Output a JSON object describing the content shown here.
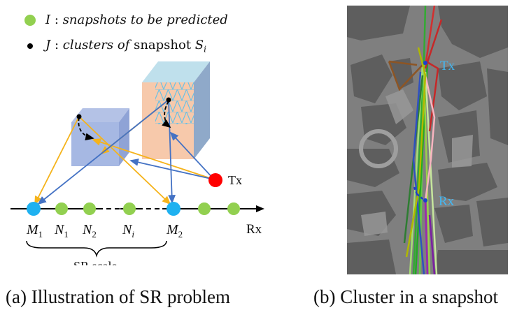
{
  "legend": {
    "item1": {
      "sym": "I",
      "sep": " : ",
      "text": "snapshots to be predicted",
      "dot_color": "#92d050"
    },
    "item2": {
      "sym": "J",
      "sep": " : ",
      "text_italic": "clusters of",
      "text": " snapshot ",
      "sym2": "S",
      "sub": "i",
      "dot_color": "#000000"
    }
  },
  "left": {
    "tx_label": "Tx",
    "rx_label": "Rx",
    "nodes": [
      {
        "base": "M",
        "sub": "1"
      },
      {
        "base": "N",
        "sub": "1"
      },
      {
        "base": "N",
        "sub": "2"
      },
      {
        "base": "N",
        "sub": "i"
      },
      {
        "base": "M",
        "sub": "2"
      }
    ],
    "scale_label": "SR scale",
    "colors": {
      "m_node": "#1fb1f0",
      "n_node": "#92d050",
      "tx": "#ff0000",
      "ray_yellow": "#f5b31b",
      "ray_blue": "#4472c4"
    }
  },
  "right": {
    "tx_label": "Tx",
    "rx_label": "Rx",
    "label_color": "#43b7f2"
  },
  "captions": {
    "a": "(a) Illustration of SR problem",
    "b": "(b) Cluster in a snapshot"
  }
}
